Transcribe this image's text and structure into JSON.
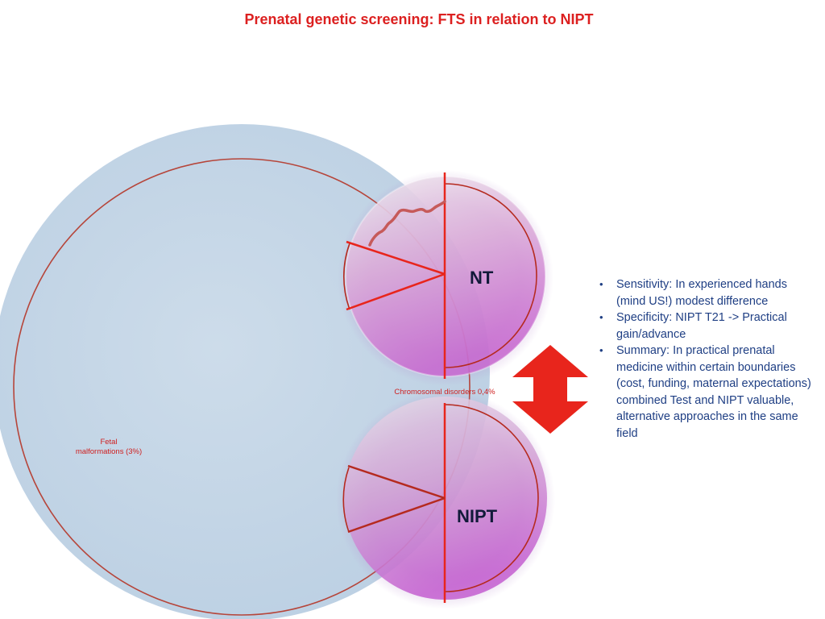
{
  "title": "Prenatal genetic screening: FTS in relation to NIPT",
  "labels": {
    "fetal_malformations": "Fetal\nmalformations (3%)",
    "chromosomal_disorders": "Chromosomal disorders 0,4%",
    "nt": "NT",
    "nipt": "NIPT"
  },
  "bullets": [
    "Sensitivity: In experienced hands (mind US!) modest difference",
    "Specificity: NIPT T21  -> Practical gain/advance",
    "Summary: In practical prenatal medicine within certain boundaries (cost, funding, maternal expectations) combined Test and NIPT valuable, alternative approaches in the same field"
  ],
  "colors": {
    "title": "#dc2020",
    "line_red": "#e8251c",
    "outline_darkred": "#b52a1f",
    "big_circle_fill": "#c7d8e8",
    "arrow_red": "#e8251c",
    "bullet_text": "#1f3f84"
  },
  "icons": [
    "double-headed-arrow"
  ]
}
